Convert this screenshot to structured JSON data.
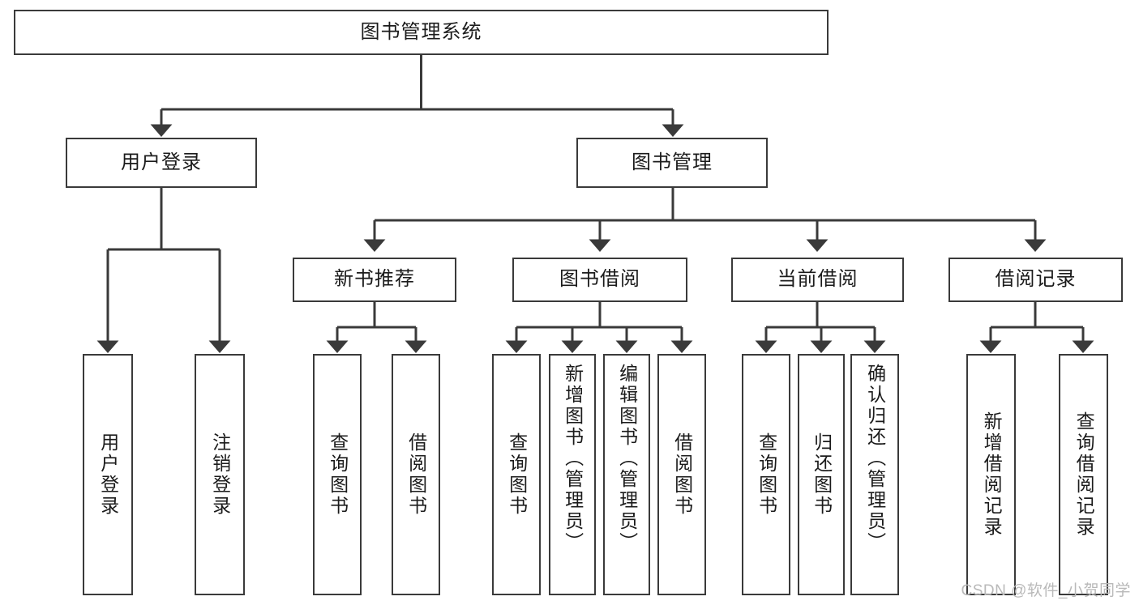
{
  "diagram": {
    "title_node": {
      "label": "图书管理系统"
    },
    "level2": [
      {
        "id": "user-login",
        "label": "用户登录"
      },
      {
        "id": "book-manage",
        "label": "图书管理"
      }
    ],
    "level3": [
      {
        "id": "new-book-recommend",
        "label": "新书推荐"
      },
      {
        "id": "book-borrow",
        "label": "图书借阅"
      },
      {
        "id": "current-borrow",
        "label": "当前借阅"
      },
      {
        "id": "borrow-record",
        "label": "借阅记录"
      }
    ],
    "leaves": [
      {
        "id": "leaf-user-login",
        "label": "用户登录",
        "parent": "user-login"
      },
      {
        "id": "leaf-logout-login",
        "label": "注销登录",
        "parent": "user-login"
      },
      {
        "id": "leaf-query-book-1",
        "label": "查询图书",
        "parent": "new-book-recommend"
      },
      {
        "id": "leaf-borrow-book-1",
        "label": "借阅图书",
        "parent": "new-book-recommend"
      },
      {
        "id": "leaf-query-book-2",
        "label": "查询图书",
        "parent": "book-borrow"
      },
      {
        "id": "leaf-add-book",
        "label": "新增图书（管理员）",
        "parent": "book-borrow"
      },
      {
        "id": "leaf-edit-book",
        "label": "编辑图书（管理员）",
        "parent": "book-borrow"
      },
      {
        "id": "leaf-borrow-book-2",
        "label": "借阅图书",
        "parent": "book-borrow"
      },
      {
        "id": "leaf-query-book-3",
        "label": "查询图书",
        "parent": "current-borrow"
      },
      {
        "id": "leaf-return-book",
        "label": "归还图书",
        "parent": "current-borrow"
      },
      {
        "id": "leaf-confirm-return",
        "label": "确认归还（管理员）",
        "parent": "current-borrow"
      },
      {
        "id": "leaf-add-record",
        "label": "新增借阅记录",
        "parent": "borrow-record"
      },
      {
        "id": "leaf-query-record",
        "label": "查询借阅记录",
        "parent": "borrow-record"
      }
    ],
    "watermark": "CSDN @软件_小贺同学",
    "colors": {
      "stroke": "#3a3a3a",
      "background": "#ffffff",
      "text": "#1b1b1b",
      "watermark": "#b9b9b9"
    }
  }
}
